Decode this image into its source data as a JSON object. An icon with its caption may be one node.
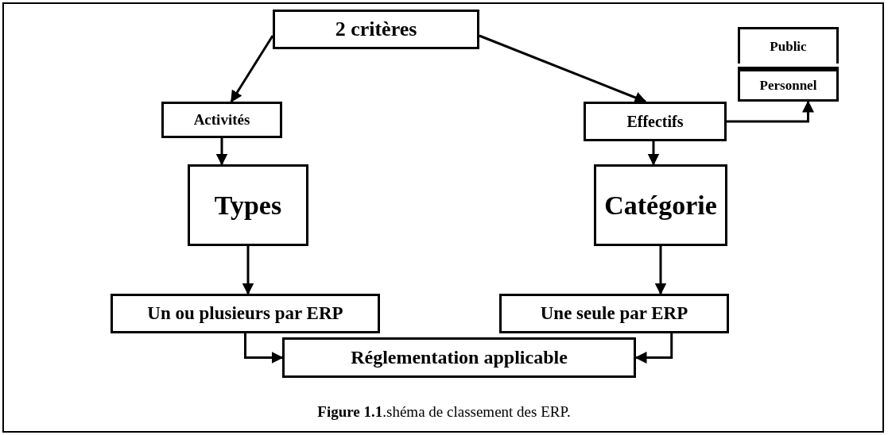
{
  "diagram": {
    "caption": "**Figure 1.1**.shéma de classement des ERP.",
    "nodes": [
      {
        "text": [
          "2 critères"
        ]
      },
      {
        "text": [
          "Public"
        ]
      },
      {
        "text": [
          "Personnel"
        ]
      },
      {
        "text": [
          "Activités"
        ]
      },
      {
        "text": [
          "Effectifs"
        ]
      },
      {
        "text": [
          "Types"
        ]
      },
      {
        "text": [
          "Catégorie"
        ]
      },
      {
        "text": [
          "Un ou plusieurs par ERP"
        ]
      },
      {
        "text": [
          "Une seule par ERP"
        ]
      },
      {
        "text": [
          "Réglementation applicable"
        ]
      }
    ],
    "edges": [
      {
        "from": 0,
        "to": 3,
        "arrow": "to"
      },
      {
        "from": 0,
        "to": 4,
        "arrow": "to"
      },
      {
        "from": 4,
        "to": 2,
        "arrow": "to"
      },
      {
        "from": 3,
        "to": 5,
        "arrow": "to"
      },
      {
        "from": 4,
        "to": 6,
        "arrow": "to"
      },
      {
        "from": 5,
        "to": 7,
        "arrow": "to"
      },
      {
        "from": 6,
        "to": 8,
        "arrow": "to"
      },
      {
        "from": 7,
        "to": 9,
        "arrow": "to"
      },
      {
        "from": 8,
        "to": 9,
        "arrow": "to"
      }
    ]
  }
}
